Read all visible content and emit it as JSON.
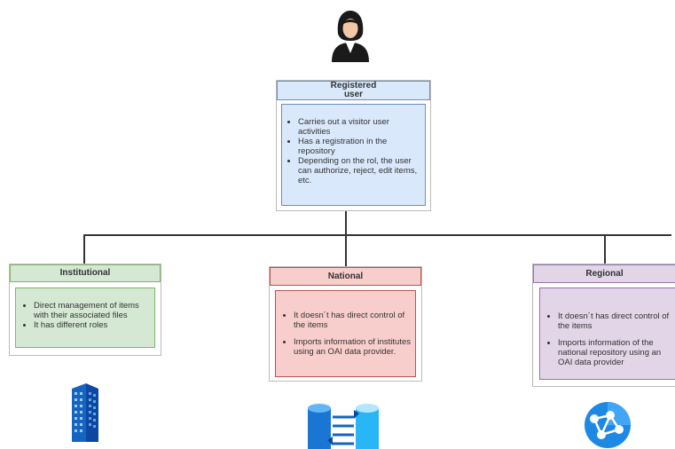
{
  "user": {
    "title_line1": "Registered",
    "title_line2": "user",
    "items": [
      "Carries out a visitor user activities",
      "Has a registration in the repository",
      "Depending on the rol, the user can authorize, reject, edit items, etc."
    ]
  },
  "institutional": {
    "title": "Institutional",
    "items": [
      "Direct management of items with their associated files",
      "It has different roles"
    ]
  },
  "national": {
    "title": "National",
    "items": [
      "It doesn´t has direct control of the items",
      "Imports information of institutes using an OAI data provider."
    ]
  },
  "regional": {
    "title": "Regional",
    "items": [
      "It doesn´t has direct control of the items",
      "Imports information of the national repository using an OAI data provider"
    ]
  },
  "icons": {
    "user": "person-avatar-icon",
    "institutional": "office-building-icon",
    "national": "database-sync-icon",
    "regional": "network-globe-icon"
  },
  "colors": {
    "user_fill": "#dae8fc",
    "user_stroke": "#6c8ebf",
    "institutional_fill": "#d5e8d4",
    "institutional_stroke": "#82b366",
    "national_fill": "#f8cecc",
    "national_stroke": "#b85450",
    "regional_fill": "#e1d5e7",
    "regional_stroke": "#9673a6",
    "icon_blue": "#0078d4"
  }
}
